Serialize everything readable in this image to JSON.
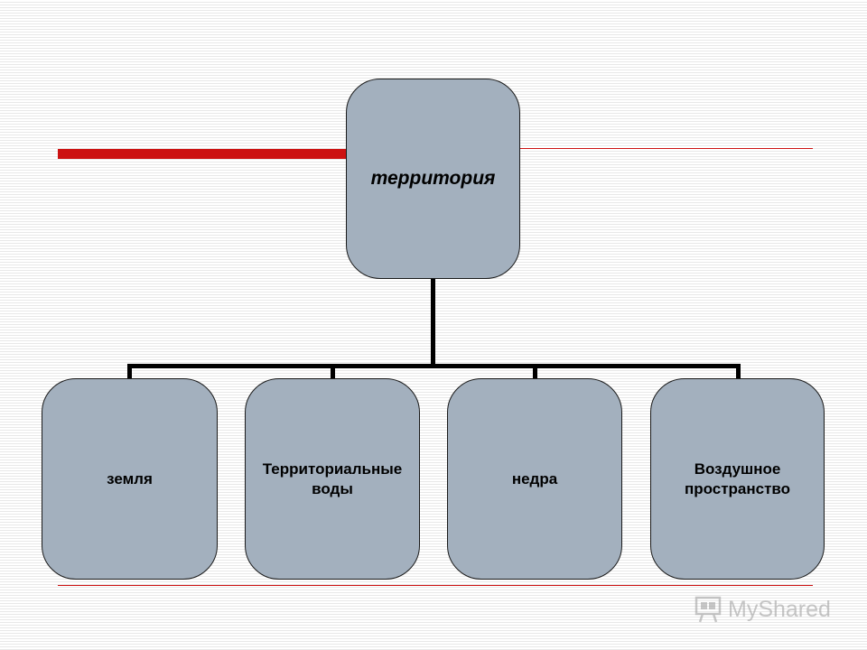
{
  "colors": {
    "accent_red": "#cc1111",
    "node_fill": "#a3b0be",
    "connector": "#000000"
  },
  "diagram": {
    "root": {
      "label": "территория"
    },
    "children": [
      {
        "label": "земля"
      },
      {
        "label": "Территориальные\nводы"
      },
      {
        "label": "недра"
      },
      {
        "label": "Воздушное\nпространство"
      }
    ]
  },
  "watermark": {
    "text": "MyShared",
    "icon": "presentation-board-icon"
  }
}
